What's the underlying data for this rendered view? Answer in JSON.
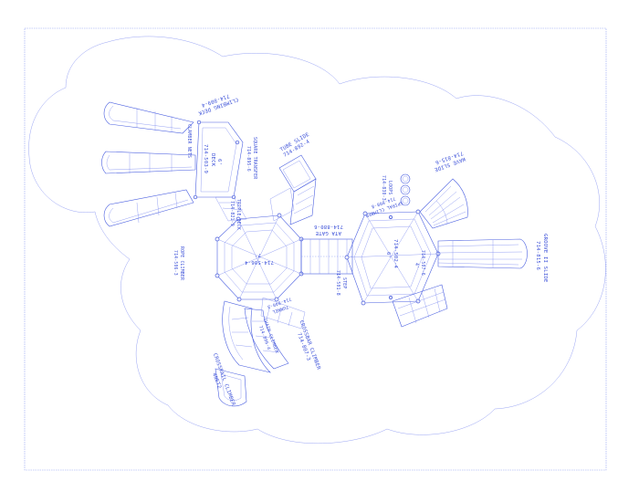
{
  "drawing": {
    "colors": {
      "line": "#4a5fe0",
      "text": "#3a4fd8",
      "border": "#8fa0f2",
      "background": "#ffffff"
    },
    "labels": {
      "climbing_deck": "CLIMBING DECK",
      "climbing_deck_part": "714-809-4",
      "deck_top": "DECK",
      "deck_top_height": "6'",
      "deck_top_part": "714-503-9",
      "clamber_nets": "CLAMBER NETS",
      "deck_left_part": "714-506-4",
      "deck_left_height": "7'",
      "square_transfer": "SQUARE TRANSFER",
      "square_transfer_part": "714-895-6",
      "tube_slide": "TUBE SLIDE",
      "tube_slide_part": "714-892-4",
      "triple_deck": "TRIPLE DECK",
      "triple_deck_part": "714-821-9",
      "deck_center_part": "714-502-4",
      "deck_center_height": "6'",
      "at_a_gate": "ATA GATE",
      "at_a_gate_part": "714-880-6",
      "spiral_climber": "SPIRAL CLIMBER",
      "spiral_climber_part": "714-808-8",
      "rope_climber": "ROPE CLIMBER",
      "rope_climber_part": "714-506-3",
      "step": "STEP",
      "step_part": "714-501-8",
      "deck_right_part": "714-507-6",
      "deck_right_height": "4'",
      "wave_slide": "WAVE SLIDE",
      "wave_slide_part": "714-815-6",
      "groove_slide": "GROOVE II SLIDE",
      "groove_slide_part": "714-815-6",
      "tunnel": "TUNNEL",
      "tunnel_part": "714-840-3",
      "crossbar_climber": "CROSSBAR CLIMBER",
      "crossbar_climber_part": "714-807-3",
      "chain_climber": "CHAIN CLIMBER",
      "chain_climber_part": "714-806-4",
      "crossrail_climber": "CROSSRAIL CLIMBER",
      "crossrail_climber_part": "4NET2",
      "loop_label": "LOOPS",
      "loop_part": "714-830-3"
    }
  }
}
